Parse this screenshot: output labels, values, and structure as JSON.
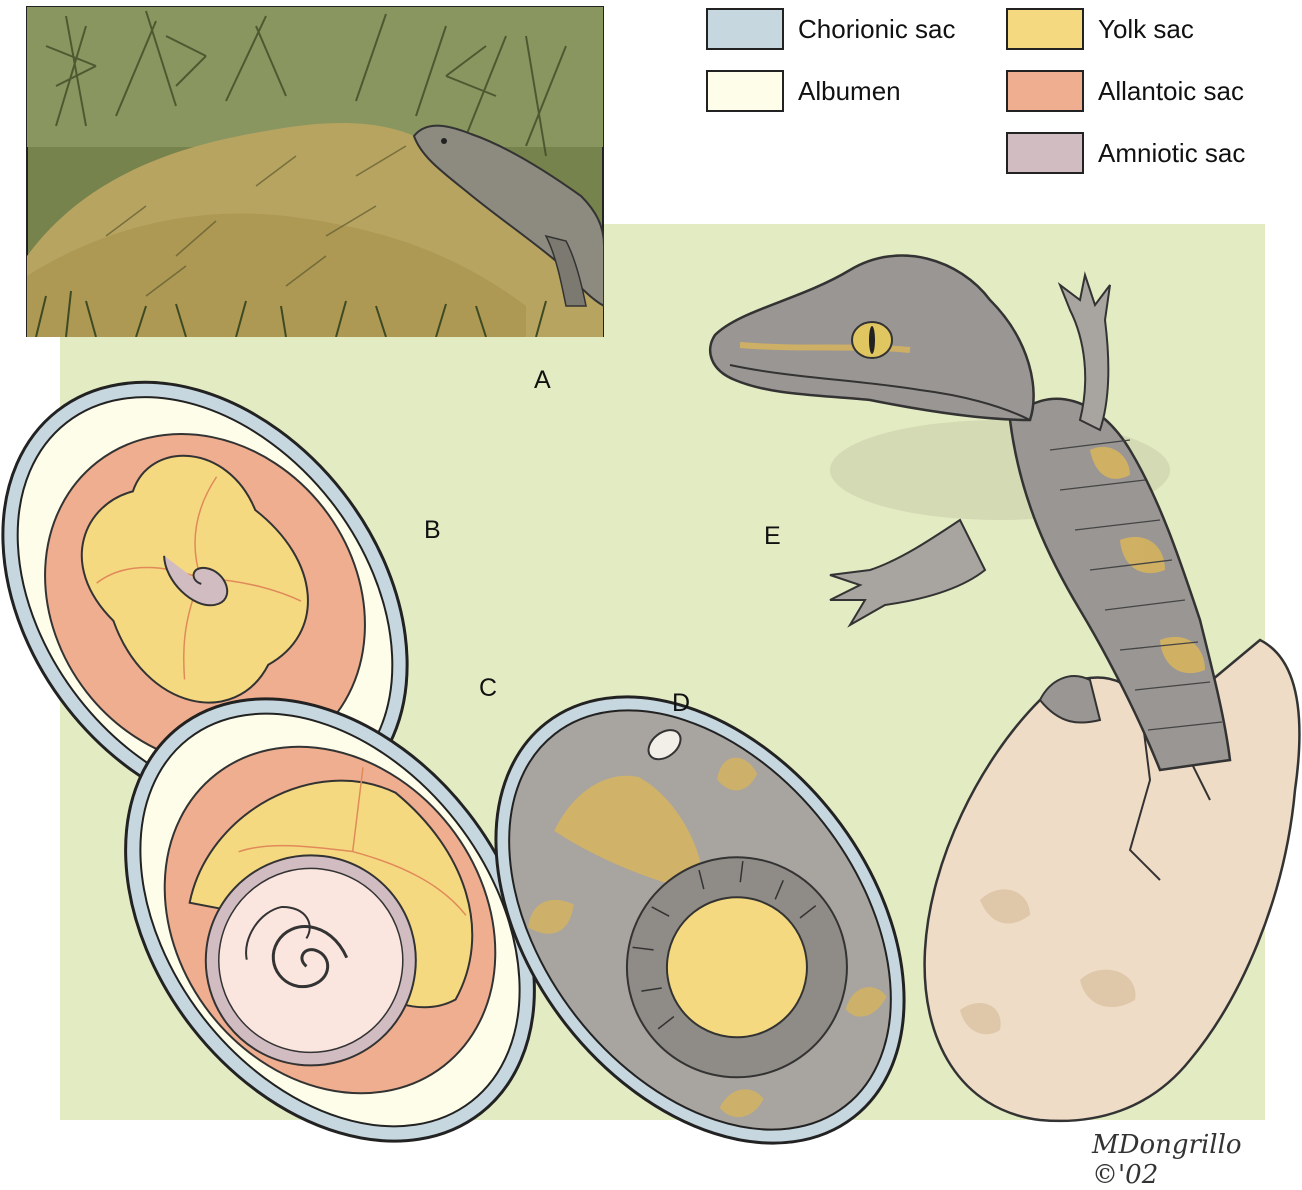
{
  "legend": [
    {
      "label": "Chorionic sac",
      "color": "#c6d7df"
    },
    {
      "label": "Albumen",
      "color": "#fefde9"
    },
    {
      "label": "Yolk sac",
      "color": "#f5d980"
    },
    {
      "label": "Allantoic sac",
      "color": "#eeae8f"
    },
    {
      "label": "Amniotic sac",
      "color": "#d1bcc2"
    }
  ],
  "stages": {
    "a": "A",
    "b": "B",
    "c": "C",
    "d": "D",
    "e": "E"
  },
  "signature": "MDongrillo ©'02",
  "colors": {
    "background": "#e3ebc3",
    "chorion": "#c6d7df",
    "albumen": "#fefde9",
    "yolk": "#f5d980",
    "allantois": "#eeae8f",
    "amnion": "#d1bcc2",
    "crocodile_gray": "#9a9693",
    "crocodile_yellow": "#d9b55a",
    "shell": "#efdcc6",
    "foliage": "#6f7a44",
    "mound": "#b8a461"
  }
}
